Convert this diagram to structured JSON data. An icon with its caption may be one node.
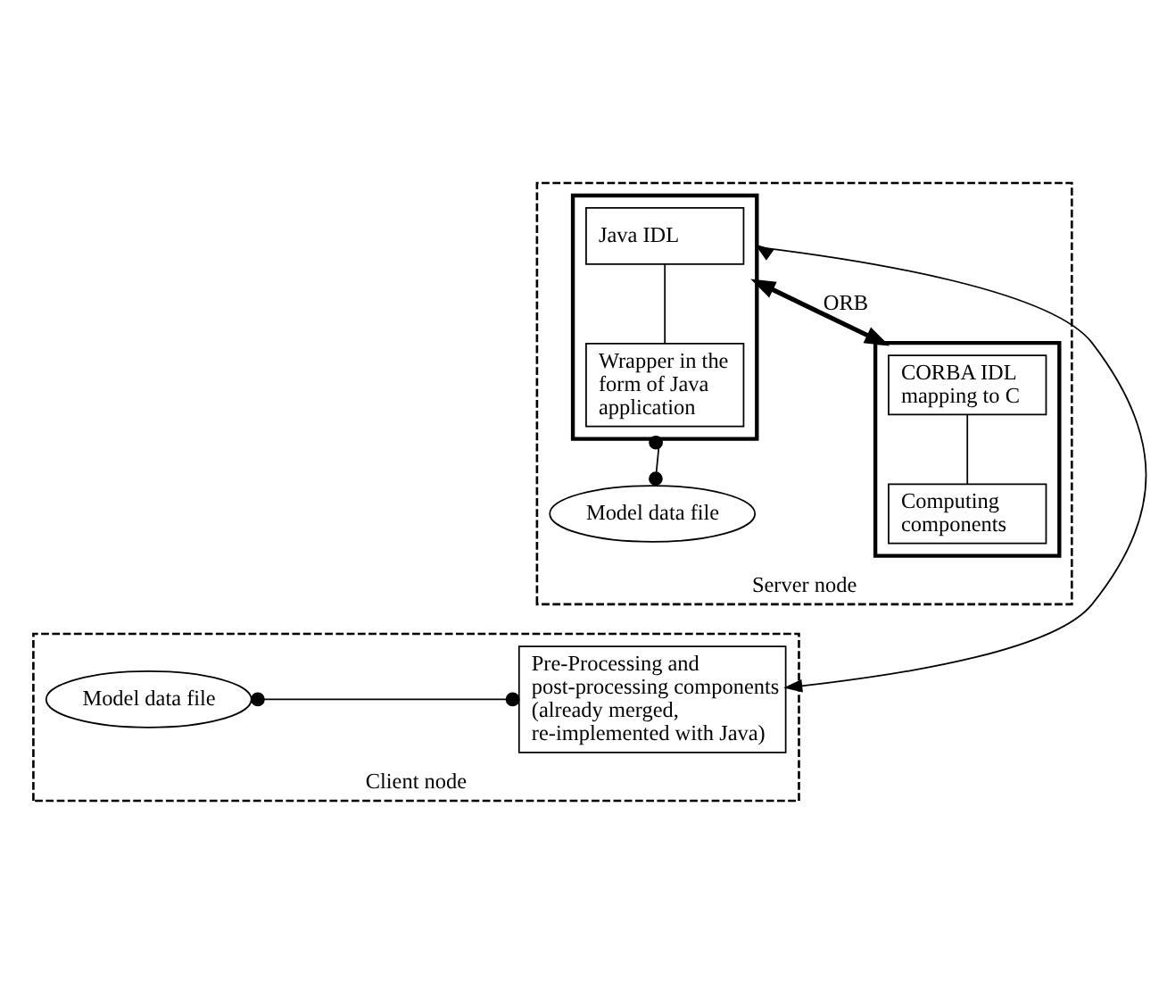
{
  "diagram": {
    "nodes": [
      {
        "text": [
          "Server node"
        ]
      },
      {
        "text": [],
        "shape": "box",
        "in": 0
      },
      {
        "text": [
          "Java IDL"
        ],
        "in": 1
      },
      {
        "text": [
          "Wrapper in the form of Java application"
        ],
        "in": 1
      },
      {
        "text": [],
        "shape": "box",
        "in": 0
      },
      {
        "text": [
          "CORBA IDL mapping to C"
        ],
        "in": 4
      },
      {
        "text": [
          "Computing components"
        ],
        "in": 4
      },
      {
        "text": [
          "Model data file"
        ],
        "in": 0
      },
      {
        "text": [
          "Client node"
        ]
      },
      {
        "text": [
          "Pre-Processing and post-processing components (already merged, re-implemented with Java)"
        ],
        "in": 8
      },
      {
        "text": [
          "Model data file"
        ],
        "in": 8
      }
    ],
    "edges": [
      {
        "from": 2,
        "to": 3,
        "arrow": "none"
      },
      {
        "from": 5,
        "to": 6,
        "arrow": "none"
      },
      {
        "from": 1,
        "to": 4,
        "arrow": "both",
        "label": "ORB",
        "style": "thick"
      },
      {
        "from": 1,
        "to": 7,
        "arrow": "other"
      },
      {
        "from": 9,
        "to": 1,
        "arrow": "both"
      },
      {
        "from": 9,
        "to": 10,
        "arrow": "other"
      }
    ]
  }
}
